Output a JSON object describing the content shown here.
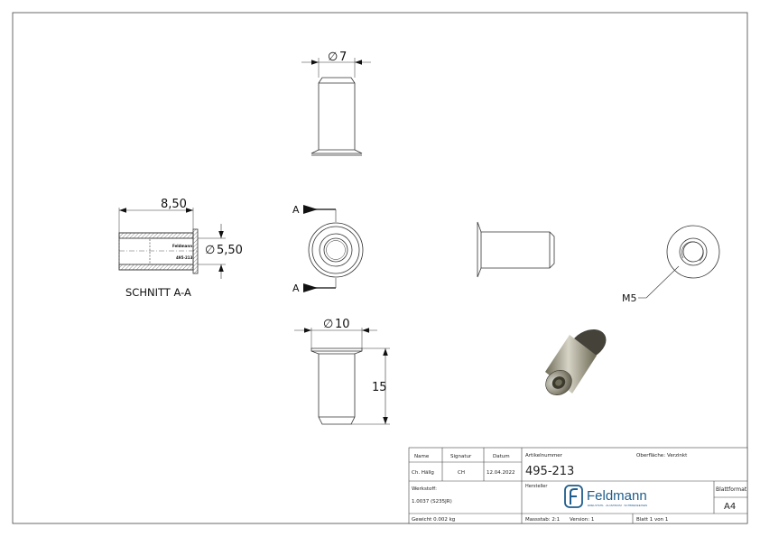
{
  "dimensions": {
    "top_diameter": "7",
    "section_length": "8,50",
    "section_diameter": "5,50",
    "section_label": "SCHNITT A-A",
    "cut_label_top": "A",
    "cut_label_bottom": "A",
    "thread_label": "M5",
    "bottom_diameter": "10",
    "bottom_length": "15",
    "diameter_symbol": "∅",
    "engraving_brand": "Feldmann",
    "engraving_number": "495-213"
  },
  "title_block": {
    "name_header": "Name",
    "signatur_header": "Signatur",
    "datum_header": "Datum",
    "name_value": "Ch. Hällg",
    "signatur_value": "CH",
    "datum_value": "12.04.2022",
    "artikelnummer_label": "Artikelnummer",
    "artikelnummer_value": "495-213",
    "oberflaeche_label": "Oberfläche:",
    "oberflaeche_value": "Verzinkt",
    "werkstoff_label": "Werkstoff:",
    "werkstoff_value": "1.0037 (S235JR)",
    "hersteller_label": "Hersteller",
    "logo_text": "Feldmann",
    "logo_tagline": "EDELSTAHL · ALUMINIUM · SCHMIEDEEISEN",
    "blattformat_label": "Blattformat",
    "blattformat_value": "A4",
    "gewicht": "Gewicht 0.002 kg",
    "massstab": "Massstab: 2:1",
    "version": "Version: 1",
    "blatt": "Blatt 1 von 1"
  }
}
